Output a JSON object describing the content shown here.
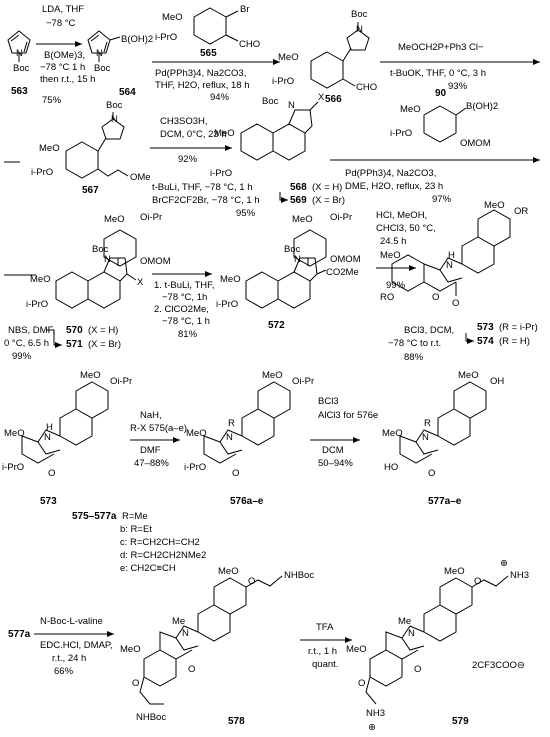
{
  "compounds": {
    "c563": "563",
    "c564": "564",
    "c565": "565",
    "c566": "566",
    "c567": "567",
    "c568": "568",
    "c569": "569",
    "c90": "90",
    "c570": "570",
    "c571": "571",
    "c572": "572",
    "c573": "573",
    "c574": "574",
    "c573b": "573",
    "c575_577a": "575–577a",
    "c576": "576a–e",
    "c577": "577a–e",
    "c577a": "577a",
    "c578": "578",
    "c579": "579"
  },
  "steps": {
    "s1": [
      "LDA, THF",
      "−78 °C",
      "B(OMe)3,",
      "−78 °C 1 h",
      "then r.t., 15 h",
      "75%"
    ],
    "s2": [
      "Pd(PPh3)4, Na2CO3,",
      "THF, H2O, reflux, 18 h",
      "94%"
    ],
    "s3": [
      "MeOCH2P+Ph3 Cl−",
      "t-BuOK, THF, 0 °C, 3 h",
      "93%"
    ],
    "s4": [
      "CH3SO3H,",
      "DCM, 0°C, 23 h",
      "92%"
    ],
    "s5": [
      "t-BuLi, THF, −78 °C, 1 h",
      "BrCF2CF2Br, −78 °C, 1 h",
      "95%"
    ],
    "s6": [
      "Pd(PPh3)4, Na2CO3,",
      "DME, H2O, reflux, 23 h",
      "97%"
    ],
    "s7": [
      "NBS, DMF,",
      "0 °C, 6.5 h",
      "99%"
    ],
    "s8": [
      "1. t-BuLi, THF,",
      "−78 °C, 1h",
      "2. ClCO2Me,",
      "−78 °C, 1 h",
      "81%"
    ],
    "s9": [
      "HCl, MeOH,",
      "CHCl3, 50 °C,",
      "24.5 h",
      "99%"
    ],
    "s10": [
      "BCl3, DCM,",
      "−78 °C to r.t.",
      "88%"
    ],
    "s11": [
      "NaH,",
      "R-X 575(a–e)",
      "DMF",
      "47–88%"
    ],
    "s12": [
      "BCl3",
      "AlCl3 for 576e",
      "DCM",
      "50–94%"
    ],
    "s13": [
      "N-Boc-L-valine",
      "EDC.HCl, DMAP,",
      "r.t., 24 h",
      "66%"
    ],
    "s14": [
      "TFA",
      "r.t., 1 h",
      "quant."
    ]
  },
  "labels": {
    "r568": "(X = H)",
    "r569": "(X = Br)",
    "r570": "(X = H)",
    "r571": "(X = Br)",
    "r573": "(R = i-Pr)",
    "r574": "(R = H)",
    "Ra": "R=Me",
    "Rb": "b: R=Et",
    "Rc": "c: R=CH2CH=CH2",
    "Rd": "d: R=CH2CH2NMe2",
    "Re": "e: CH2C≡CH",
    "salt": "2CF3COO⊖"
  },
  "atoms": {
    "boc": "Boc",
    "n": "N",
    "b_oh2": "B(OH)2",
    "meo": "MeO",
    "ipro": "i-PrO",
    "cho": "CHO",
    "br": "Br",
    "ome": "OMe",
    "oipr": "Oi-Pr",
    "omom": "OMOM",
    "x": "X",
    "co2me": "CO2Me",
    "o": "O",
    "h": "H",
    "r": "R",
    "ro": "RO",
    "or": "OR",
    "oh": "OH",
    "ho": "HO",
    "me": "Me",
    "nhboc": "NHBoc",
    "nh3": "NH3",
    "plus": "⊕"
  }
}
